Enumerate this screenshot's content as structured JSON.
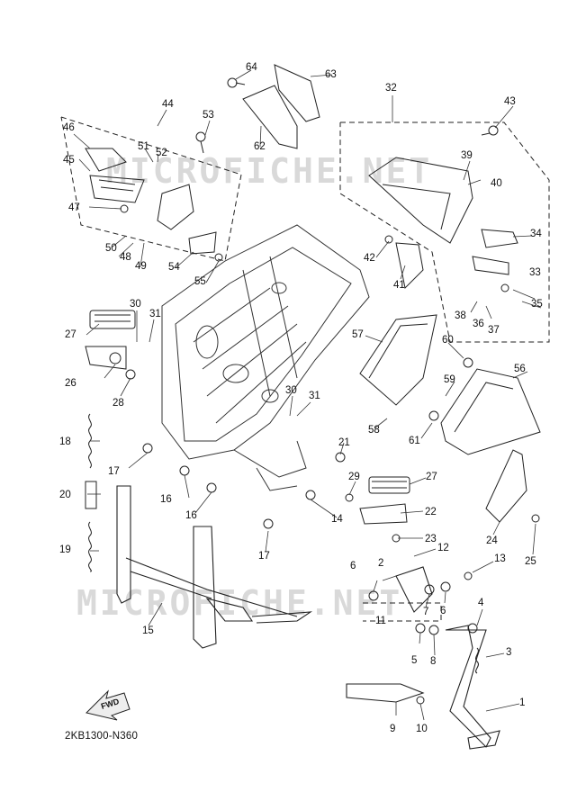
{
  "diagram": {
    "code": "2KB1300-N360",
    "fwd_label": "FWD",
    "watermark": "MICROFICHE.NET",
    "callouts": [
      {
        "id": "c1",
        "text": "1"
      },
      {
        "id": "c2",
        "text": "2"
      },
      {
        "id": "c3",
        "text": "3"
      },
      {
        "id": "c4",
        "text": "4"
      },
      {
        "id": "c5",
        "text": "5"
      },
      {
        "id": "c6a",
        "text": "6"
      },
      {
        "id": "c6b",
        "text": "6"
      },
      {
        "id": "c7",
        "text": "7"
      },
      {
        "id": "c8",
        "text": "8"
      },
      {
        "id": "c9",
        "text": "9"
      },
      {
        "id": "c10",
        "text": "10"
      },
      {
        "id": "c11",
        "text": "11"
      },
      {
        "id": "c12",
        "text": "12"
      },
      {
        "id": "c13",
        "text": "13"
      },
      {
        "id": "c14",
        "text": "14"
      },
      {
        "id": "c15",
        "text": "15"
      },
      {
        "id": "c16a",
        "text": "16"
      },
      {
        "id": "c16b",
        "text": "16"
      },
      {
        "id": "c17a",
        "text": "17"
      },
      {
        "id": "c17b",
        "text": "17"
      },
      {
        "id": "c18",
        "text": "18"
      },
      {
        "id": "c19",
        "text": "19"
      },
      {
        "id": "c20",
        "text": "20"
      },
      {
        "id": "c21",
        "text": "21"
      },
      {
        "id": "c22",
        "text": "22"
      },
      {
        "id": "c23",
        "text": "23"
      },
      {
        "id": "c24",
        "text": "24"
      },
      {
        "id": "c25",
        "text": "25"
      },
      {
        "id": "c26",
        "text": "26"
      },
      {
        "id": "c27a",
        "text": "27"
      },
      {
        "id": "c27b",
        "text": "27"
      },
      {
        "id": "c28",
        "text": "28"
      },
      {
        "id": "c29",
        "text": "29"
      },
      {
        "id": "c30a",
        "text": "30"
      },
      {
        "id": "c30b",
        "text": "30"
      },
      {
        "id": "c31a",
        "text": "31"
      },
      {
        "id": "c31b",
        "text": "31"
      },
      {
        "id": "c32",
        "text": "32"
      },
      {
        "id": "c33",
        "text": "33"
      },
      {
        "id": "c34",
        "text": "34"
      },
      {
        "id": "c35",
        "text": "35"
      },
      {
        "id": "c36",
        "text": "36"
      },
      {
        "id": "c37",
        "text": "37"
      },
      {
        "id": "c38",
        "text": "38"
      },
      {
        "id": "c39",
        "text": "39"
      },
      {
        "id": "c40",
        "text": "40"
      },
      {
        "id": "c41",
        "text": "41"
      },
      {
        "id": "c42",
        "text": "42"
      },
      {
        "id": "c43",
        "text": "43"
      },
      {
        "id": "c44",
        "text": "44"
      },
      {
        "id": "c45",
        "text": "45"
      },
      {
        "id": "c46",
        "text": "46"
      },
      {
        "id": "c47",
        "text": "47"
      },
      {
        "id": "c48",
        "text": "48"
      },
      {
        "id": "c49",
        "text": "49"
      },
      {
        "id": "c50",
        "text": "50"
      },
      {
        "id": "c51",
        "text": "51"
      },
      {
        "id": "c52",
        "text": "52"
      },
      {
        "id": "c53",
        "text": "53"
      },
      {
        "id": "c54",
        "text": "54"
      },
      {
        "id": "c55",
        "text": "55"
      },
      {
        "id": "c56",
        "text": "56"
      },
      {
        "id": "c57",
        "text": "57"
      },
      {
        "id": "c58",
        "text": "58"
      },
      {
        "id": "c59",
        "text": "59"
      },
      {
        "id": "c60",
        "text": "60"
      },
      {
        "id": "c61",
        "text": "61"
      },
      {
        "id": "c62",
        "text": "62"
      },
      {
        "id": "c63",
        "text": "63"
      },
      {
        "id": "c64",
        "text": "64"
      }
    ]
  }
}
